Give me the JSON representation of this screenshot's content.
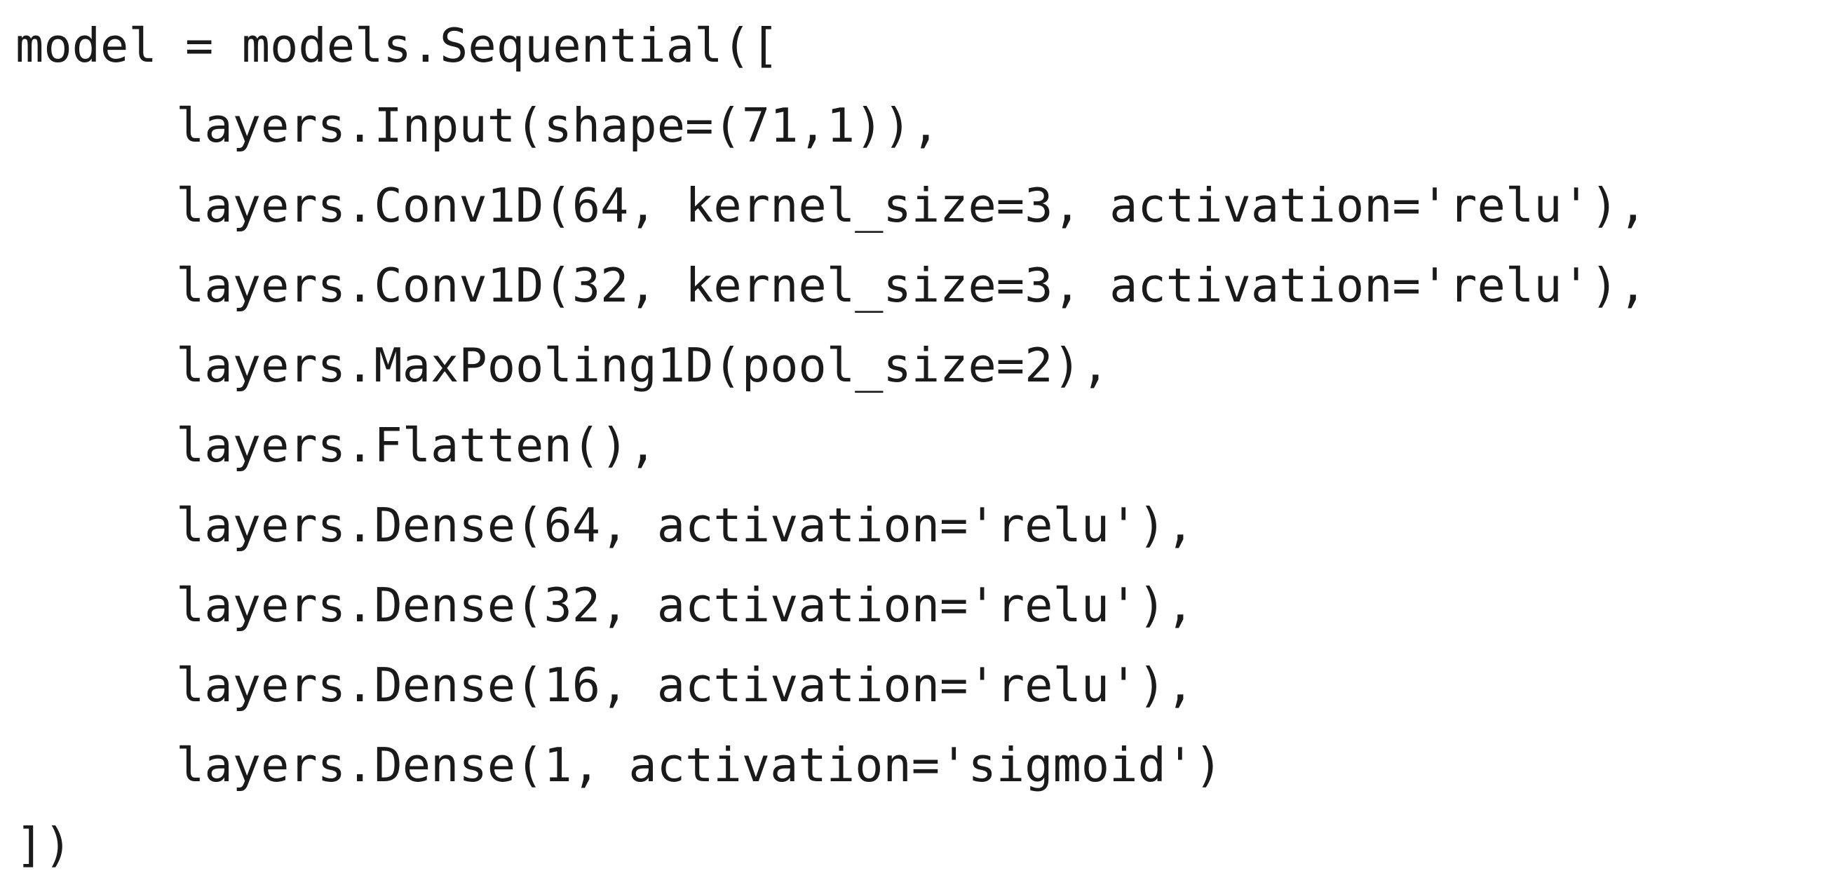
{
  "code": {
    "lines": [
      {
        "text": "model = models.Sequential([",
        "indent": 0
      },
      {
        "text": "layers.Input(shape=(71,1)),",
        "indent": 1
      },
      {
        "text": "layers.Conv1D(64, kernel_size=3, activation='relu'),",
        "indent": 1
      },
      {
        "text": "layers.Conv1D(32, kernel_size=3, activation='relu'),",
        "indent": 1
      },
      {
        "text": "layers.MaxPooling1D(pool_size=2),",
        "indent": 1
      },
      {
        "text": "layers.Flatten(),",
        "indent": 1
      },
      {
        "text": "layers.Dense(64, activation='relu'),",
        "indent": 1
      },
      {
        "text": "layers.Dense(32, activation='relu'),",
        "indent": 1
      },
      {
        "text": "layers.Dense(16, activation='relu'),",
        "indent": 1
      },
      {
        "text": "layers.Dense(1, activation='sigmoid')",
        "indent": 1
      },
      {
        "text": "])",
        "indent": 0
      }
    ]
  }
}
